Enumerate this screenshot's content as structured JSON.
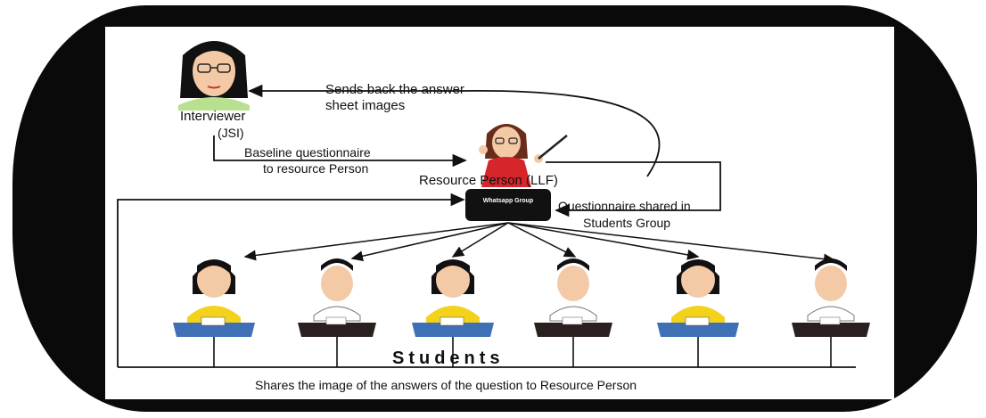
{
  "diagram": {
    "interviewer_label": "Interviewer",
    "interviewer_sub": "(JSI)",
    "sends_back_line1": "Sends back the answer",
    "sends_back_line2": "sheet images",
    "baseline_line1": "Baseline questionnaire",
    "baseline_line2": "to resource Person",
    "resource_person_label": "Resource Person (LLF)",
    "whatsapp_label": "Whatsapp Group",
    "questionnaire_line1": "Questionnaire shared in",
    "questionnaire_line2": "Students Group",
    "students_title": "Students",
    "shares_caption": "Shares the image of the answers of the question to Resource Person"
  },
  "students": [
    {
      "type": "girl"
    },
    {
      "type": "boy"
    },
    {
      "type": "girl"
    },
    {
      "type": "boy"
    },
    {
      "type": "girl"
    },
    {
      "type": "boy"
    }
  ],
  "colors": {
    "phone_frame": "#0a0a0a",
    "girl_shirt": "#f2d21b",
    "girl_desk": "#3f6fb5",
    "boy_desk": "#2a2020",
    "resource_dress": "#d6262c",
    "interviewer_shirt": "#b9e08f"
  }
}
